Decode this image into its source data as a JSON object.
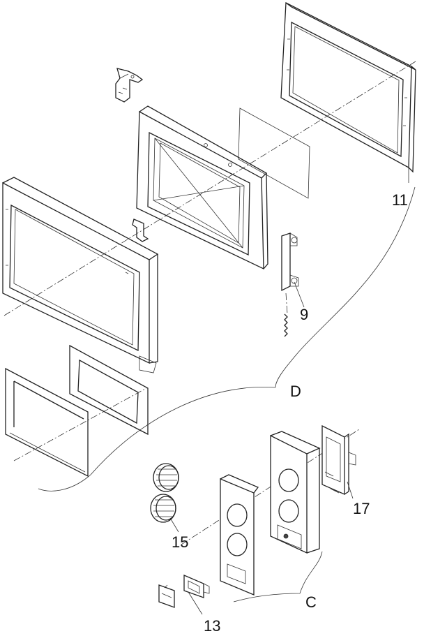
{
  "labels": {
    "door_frame_outer": "11",
    "latch_hook": "9",
    "door_group": "D",
    "knob": "15",
    "switch_plate": "13",
    "control_group": "C",
    "control_board": "17"
  }
}
